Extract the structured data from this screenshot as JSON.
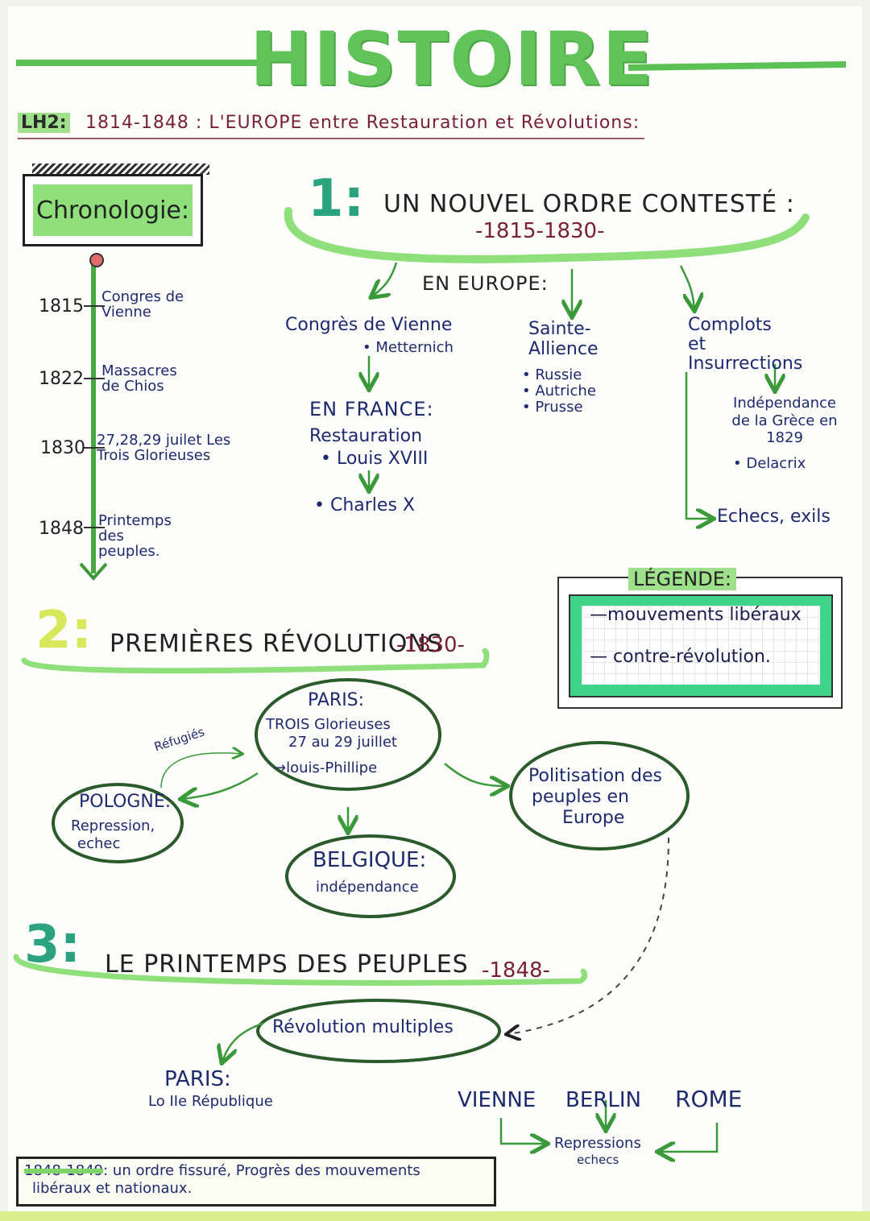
{
  "title": "HISTOIRE",
  "subtitle": {
    "code": "LH2:",
    "text": "1814-1848 : L'EUROPE entre Restauration et Révolutions:"
  },
  "chronology": {
    "label": "Chronologie:",
    "events": [
      {
        "year": "1815",
        "text": "Congres de Vienne"
      },
      {
        "year": "1822",
        "text": "Massacres de Chios"
      },
      {
        "year": "1830",
        "text": "27,28,29 juilet Les Trois Glorieuses"
      },
      {
        "year": "1848",
        "text": "Printemps des peuples."
      }
    ]
  },
  "section1": {
    "number": "1:",
    "title": "UN NOUVEL ORDRE CONTESTÉ :",
    "dates": "-1815-1830-",
    "en_europe": "EN EUROPE:",
    "congres": {
      "title": "Congrès de Vienne",
      "item": "• Metternich"
    },
    "en_france": "EN FRANCE:",
    "restauration": "Restauration",
    "louis": "• Louis XVIII",
    "charles": "• Charles X",
    "sainte_alliance": {
      "title": "Sainte-Allience",
      "items": [
        "• Russie",
        "• Autriche",
        "• Prusse"
      ]
    },
    "complots": "Complots et Insurrections",
    "independance": "Indépendance de la Grèce en 1829",
    "delacroix": "• Delacrix",
    "echecs": "Echecs, exils"
  },
  "legend": {
    "title": "LÉGENDE:",
    "items": [
      "—mouvements libéraux",
      "— contre-révolution."
    ]
  },
  "section2": {
    "number": "2:",
    "title": "PREMIÈRES RÉVOLUTIONS",
    "dates": "-1830-",
    "paris": {
      "title": "PARIS:",
      "lines": [
        "TROIS Glorieuses",
        "27 au 29 juillet",
        "→louis-Phillipe"
      ]
    },
    "refugies": "Réfugiés",
    "pologne": {
      "title": "POLOGNE:",
      "lines": [
        "Repression,",
        "echec"
      ]
    },
    "belgique": {
      "title": "BELGIQUE:",
      "text": "indépendance"
    },
    "politisation": {
      "lines": [
        "Politisation des",
        "peuples en",
        "Europe"
      ]
    }
  },
  "section3": {
    "number": "3:",
    "title": "LE PRINTEMPS DES PEUPLES",
    "dates": "-1848-",
    "revolution": "Révolution multiples",
    "paris": {
      "title": "PARIS:",
      "text": "Lo IIe République"
    },
    "cities": [
      "VIENNE",
      "BERLIN",
      "ROME"
    ],
    "repressions": [
      "Repressions",
      "echecs"
    ]
  },
  "bottom_note": {
    "highlight": "1848-1849",
    "line1": ": un ordre fissuré, Progrès des mouvements",
    "line2": "libéraux et nationaux."
  }
}
